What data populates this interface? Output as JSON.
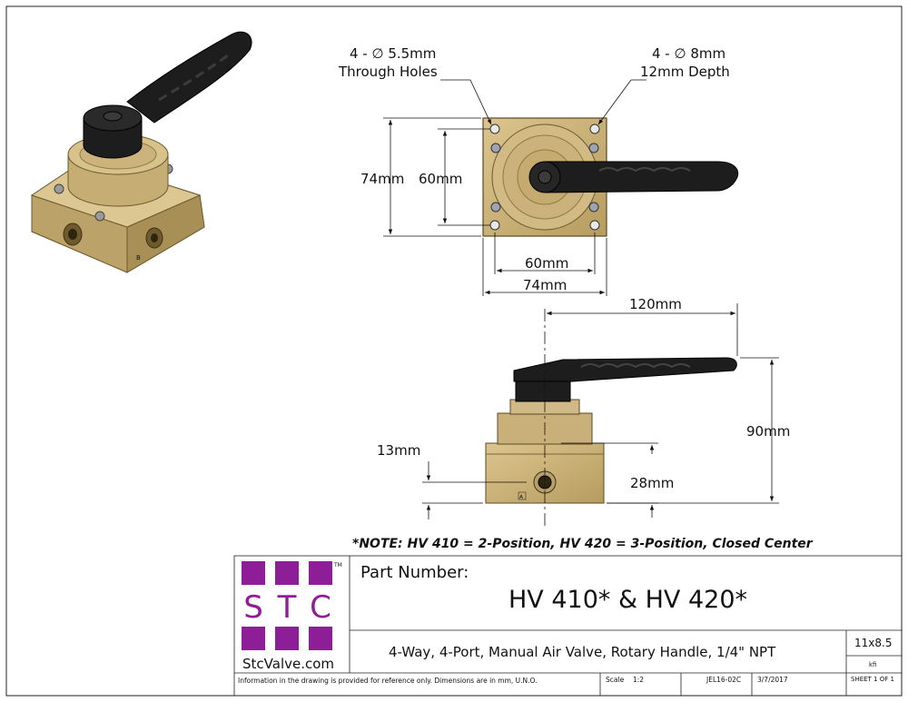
{
  "note": "*NOTE: HV 410 = 2-Position, HV 420 = 3-Position, Closed Center",
  "top_view": {
    "hole1_title": "4 - ∅ 5.5mm",
    "hole1_sub": "Through Holes",
    "hole2_title": "4 - ∅ 8mm",
    "hole2_sub": "12mm Depth",
    "dim_height_outer": "74mm",
    "dim_height_inner": "60mm",
    "dim_width_inner": "60mm",
    "dim_width_outer": "74mm"
  },
  "side_view": {
    "dim_handle_length": "120mm",
    "dim_total_height": "90mm",
    "dim_port_offset": "13mm",
    "dim_port_height": "28mm",
    "port_label": "A"
  },
  "iso_view": {
    "port_label": "B"
  },
  "title_block": {
    "logo_letters": [
      "S",
      "T",
      "C"
    ],
    "logo_tm": "TM",
    "logo_site": "StcValve.com",
    "part_number_label": "Part Number:",
    "part_number": "HV 410* & HV 420*",
    "description": "4-Way, 4-Port, Manual Air Valve, Rotary Handle, 1/4\" NPT",
    "size": "11x8.5",
    "drawn_by": "kfi",
    "disclaimer": "Information in the drawing is provided for reference only. Dimensions are in mm, U.N.O.",
    "scale_label": "Scale",
    "scale_value": "1:2",
    "drawing_number": "JEL16-02C",
    "date": "3/7/2017",
    "sheet": "SHEET 1 OF 1"
  },
  "colors": {
    "brass": "#c9b27a",
    "brass_dark": "#8f7a45",
    "handle": "#1d1d1d",
    "logo_purple": "#8e1e98"
  }
}
